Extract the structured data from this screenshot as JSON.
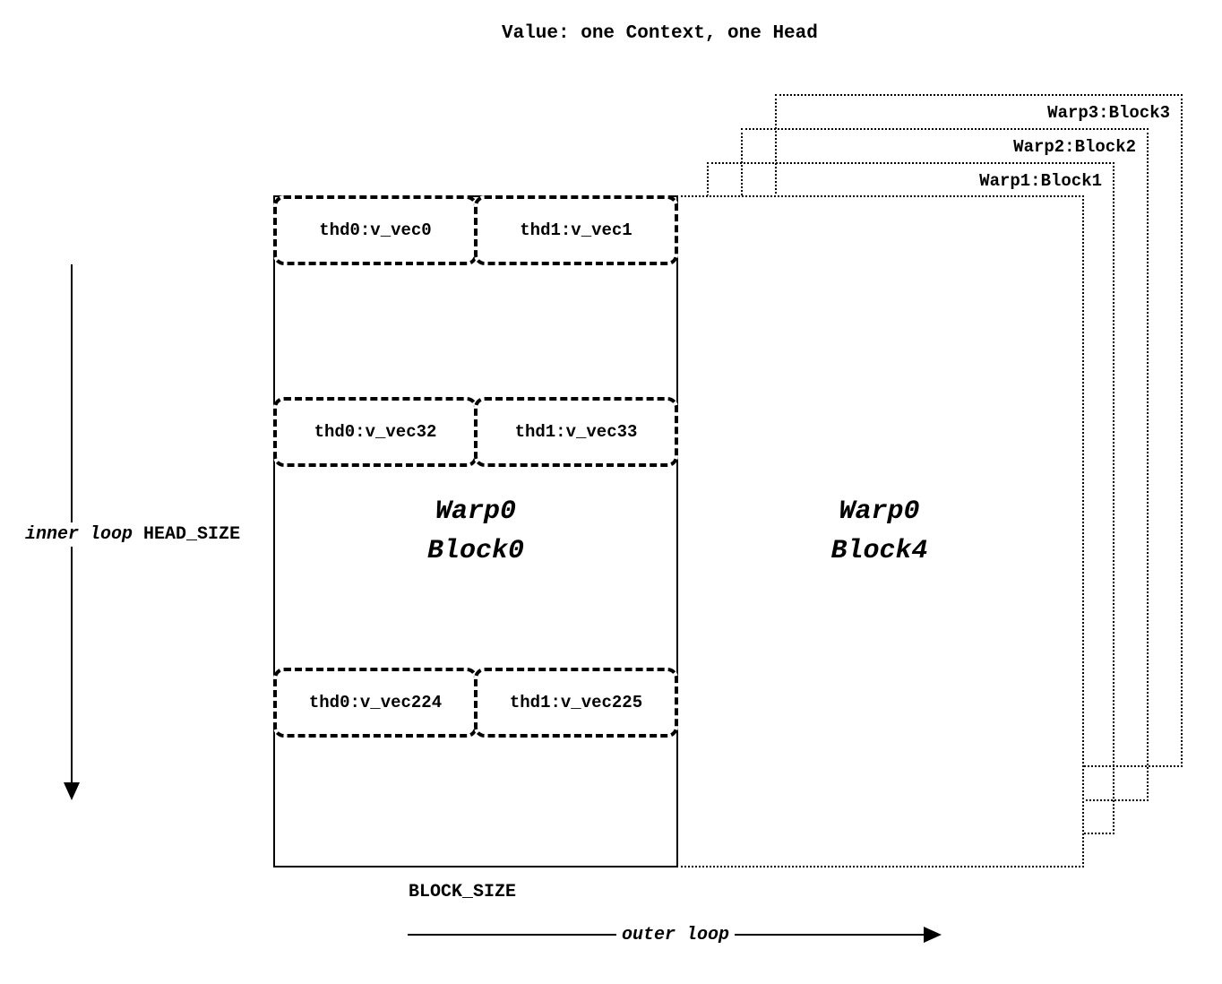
{
  "title": "Value: one Context, one Head",
  "layers": [
    {
      "label": "Warp3:Block3"
    },
    {
      "label": "Warp2:Block2"
    },
    {
      "label": "Warp1:Block1"
    }
  ],
  "block0": {
    "warp": "Warp0",
    "block": "Block0",
    "rows": [
      {
        "left": "thd0:v_vec0",
        "right": "thd1:v_vec1"
      },
      {
        "left": "thd0:v_vec32",
        "right": "thd1:v_vec33"
      },
      {
        "left": "thd0:v_vec224",
        "right": "thd1:v_vec225"
      }
    ]
  },
  "block4": {
    "warp": "Warp0",
    "block": "Block4"
  },
  "labels": {
    "inner_loop": "inner loop",
    "head_size": "HEAD_SIZE",
    "block_size": "BLOCK_SIZE",
    "outer_loop": "outer loop"
  },
  "colors": {
    "ink": "#000000",
    "background": "#ffffff"
  }
}
